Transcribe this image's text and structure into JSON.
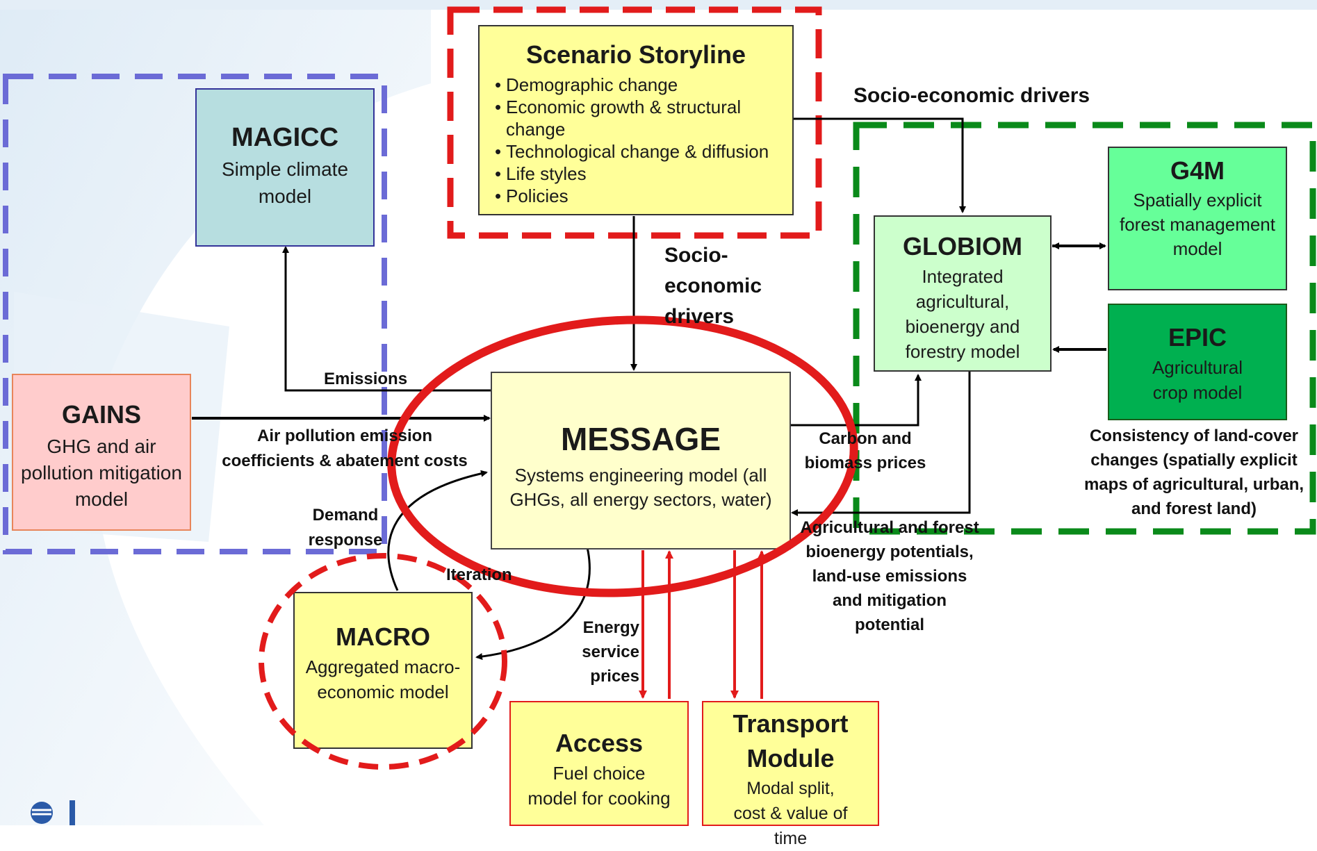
{
  "colors": {
    "yellow_box": "#ffff99",
    "message_box": "#ffffcc",
    "magicc_box": "#b7dee0",
    "gains_box": "#ffcccc",
    "globiom_box": "#ccffcc",
    "g4m_box": "#66ff99",
    "epic_box": "#00b050",
    "red_dash": "#e21b1b",
    "blue_dash": "#6b6bd6",
    "green_dash": "#0a8a1a"
  },
  "storyline": {
    "title": "Scenario Storyline",
    "items": [
      "Demographic change",
      "Economic growth & structural change",
      "Technological change & diffusion",
      "Life styles",
      "Policies"
    ]
  },
  "magicc": {
    "title": "MAGICC",
    "subtitle": "Simple climate model"
  },
  "gains": {
    "title": "GAINS",
    "subtitle": "GHG and air pollution mitigation model"
  },
  "message": {
    "title": "MESSAGE",
    "subtitle": "Systems engineering model (all GHGs, all energy sectors, water)"
  },
  "macro": {
    "title": "MACRO",
    "subtitle": "Aggregated macro-economic model"
  },
  "globiom": {
    "title": "GLOBIOM",
    "subtitle": "Integrated agricultural, bioenergy and forestry model"
  },
  "g4m": {
    "title": "G4M",
    "subtitle": "Spatially explicit forest management model"
  },
  "epic": {
    "title": "EPIC",
    "subtitle": "Agricultural crop model"
  },
  "access": {
    "title": "Access",
    "subtitle": "Fuel choice model for cooking"
  },
  "transport": {
    "title": "Transport Module",
    "subtitle": "Modal split, cost & value of time"
  },
  "labels": {
    "socio_economic_drivers_top": "Socio-economic drivers",
    "socio_economic_drivers_mid": "Socio-economic drivers",
    "emissions": "Emissions",
    "air_pollution": "Air pollution emission coefficients & abatement costs",
    "demand_response": "Demand response",
    "iteration": "Iteration",
    "carbon_biomass": "Carbon and biomass prices",
    "agri_forest": "Agricultural and forest bioenergy potentials, land-use emissions and mitigation potential",
    "energy_service_prices": "Energy service prices",
    "consistency": "Consistency of land-cover changes (spatially explicit maps of agricultural, urban, and forest land)"
  }
}
